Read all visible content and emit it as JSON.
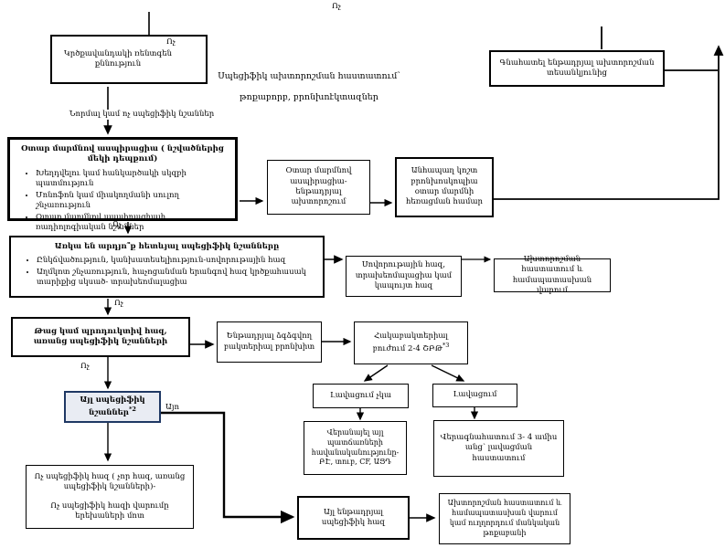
{
  "labels": {
    "no": "Ոչ",
    "yes": "Այո"
  },
  "colors": {
    "line": "#000000",
    "highlight_border": "#1f3864",
    "highlight_fill": "#e9ecf3"
  },
  "nodes": {
    "chest_xray": "Կրծքավանդակի ռենտգեն քննություն",
    "specific_dx_line1": "Սպեցիֆիկ ախտորոշման հաստատում՝",
    "specific_dx_line2": "թոքաբորբ, բրոնխոէկտազներ",
    "evaluate": "Գնահատել ենթադրյալ ախտորոշման տեսանկյունից",
    "normal_label": "Նորմալ կամ ոչ սպեցիֆիկ նշաններ",
    "fb_title": "Օտար մարմնով ասպիրացիա ( նշվածներից մեկի դեպքում)",
    "fb_bullets": [
      "Խեղդվելու կամ հանկարծակի սկզբի պատմություն",
      "Մոնոֆոն կամ միակողմանի սուլող շնչառություն",
      "Օտար մարմնով ասպիրացիայի ռադիոլոգիական նշաններ"
    ],
    "fb_presumed": "Օտար մարմնով ասպիրացիա- ենթադրյալ ախտորոշում",
    "bronchoscopy": "Անհապաղ կոշտ բրոնխոսկոպիա օտար մարմնի հեռացման համար",
    "signs_title": "Առկա են արդյո՞ք հետևյալ սպեցիֆիկ նշանները",
    "signs_bullets": [
      "Ընկճվածություն, կանխատեսելիություն-սովորութային հազ",
      "Աղմկոտ շնչառություն, հաչոցանման երանգով հազ կրծքահասակ տարիքից սկսած- տրախեոմալացիա"
    ],
    "habit_cough": "Սովորութային հազ, տրախեոմալացիա կամ կապույտ հազ",
    "dx_confirm": "Ախտորոշման հաստատում և համապատասխան վարում",
    "wet_cough": "Թաց կամ պրոդուկտիվ հազ, առանց սպեցիֆիկ նշանների",
    "pbb": "Ենթադրյալ ձգձգվող բակտերիալ բրոնխիտ",
    "antibiotics_text": "Հակաբակտերիալ բուժում 2-4 ՇԲԹ",
    "antibiotics_sup": "*3",
    "no_improvement": "Լավացում չկա",
    "improvement": "Լավացում",
    "reconsider": "Վերանայել այլ պատճառների հավանականությունը- ԲԷ, տուբ, CF, ԱՑԴ",
    "reassess": "Վերագնահատում 3- 4 ամիս անց՝ լավացման հաստատում",
    "other_specific_text": "Այլ սպեցիֆիկ նշաններ",
    "other_specific_sup": "*2",
    "nonspecific_p1": "Ոչ սպեցիֆիկ հազ ( չոր հազ, առանց սպեցիֆիկ նշանների)-",
    "nonspecific_p2": "Ոչ սպեցիֆիկ հազի վարումը երեխաների մոտ",
    "other_presumed": "Այլ ենթադրյալ սպեցիֆիկ հազ",
    "dx_confirm_refer": "Ախտորոշման հաստատում և համապատասխան վարում կամ ուղղորդում մանկական թոքաբանի"
  }
}
